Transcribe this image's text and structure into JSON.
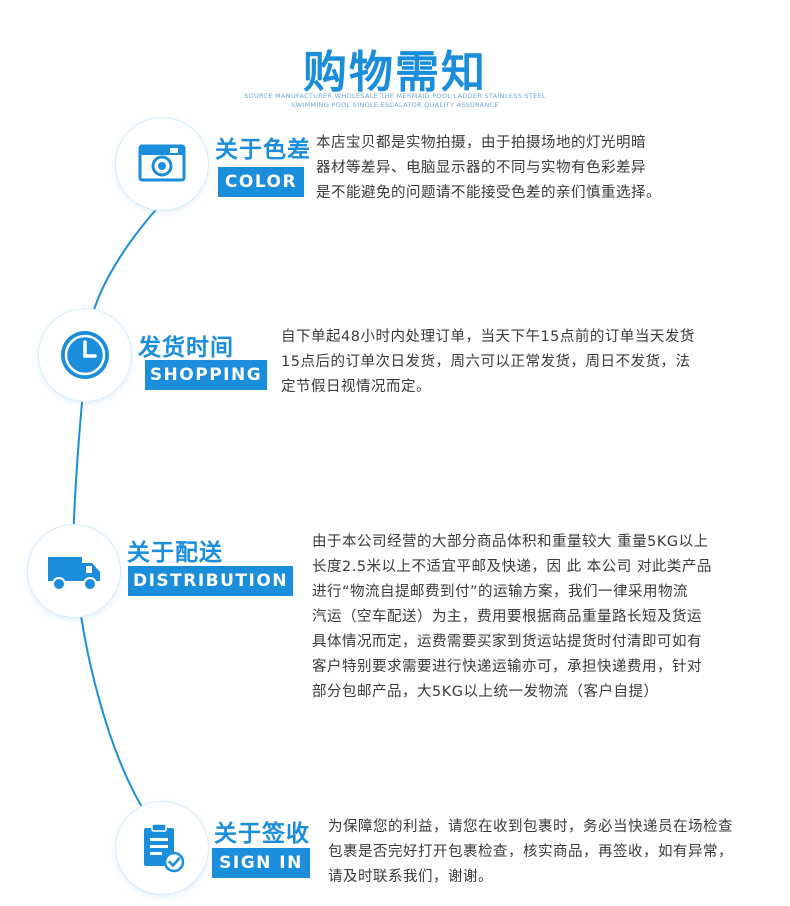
{
  "header": {
    "title": "购物需知",
    "subtitle_line1": "SOURCE MANUFACTURER WHOLESALE THE MERMAID POOL LADDER STAINLESS STEEL",
    "subtitle_line2": "SWIMMING POOL SINGLE ESCALATOR QUALITY ASSURANCE"
  },
  "accent_color": "#1a8ddb",
  "sections": [
    {
      "icon": "camera-icon",
      "title": "关于色差",
      "badge": "COLOR",
      "lines": [
        "本店宝贝都是实物拍摄，由于拍摄场地的灯光明暗",
        "器材等差异、电脑显示器的不同与实物有色彩差异",
        "是不能避免的问题请不能接受色差的亲们慎重选择。"
      ]
    },
    {
      "icon": "clock-icon",
      "title": "发货时间",
      "badge": "SHOPPING",
      "lines": [
        "自下单起48小时内处理订单，当天下午15点前的订单当天发货",
        "15点后的订单次日发货，周六可以正常发货，周日不发货，法",
        "定节假日视情况而定。"
      ]
    },
    {
      "icon": "truck-icon",
      "title": "关于配送",
      "badge": "DISTRIBUTION",
      "lines": [
        "由于本公司经营的大部分商品体积和重量较大 重量5KG以上",
        "长度2.5米以上不适宜平邮及快递，因 此 本公司 对此类产品",
        "进行“物流自提邮费到付”的运输方案，我们一律采用物流",
        "汽运（空车配送）为主，费用要根据商品重量路长短及货运",
        "具体情况而定，运费需要买家到货运站提货时付清即可如有",
        "客户特别要求需要进行快递运输亦可，承担快递费用，针对",
        "部分包邮产品，大5KG以上统一发物流（客户自提）"
      ]
    },
    {
      "icon": "clipboard-check-icon",
      "title": "关于签收",
      "badge": "SIGN IN",
      "lines": [
        "为保障您的利益，请您在收到包裹时，务必当快递员在场检查",
        "包裹是否完好打开包裹检查，核实商品，再签收，如有异常，",
        "请及时联系我们，谢谢。"
      ]
    }
  ]
}
